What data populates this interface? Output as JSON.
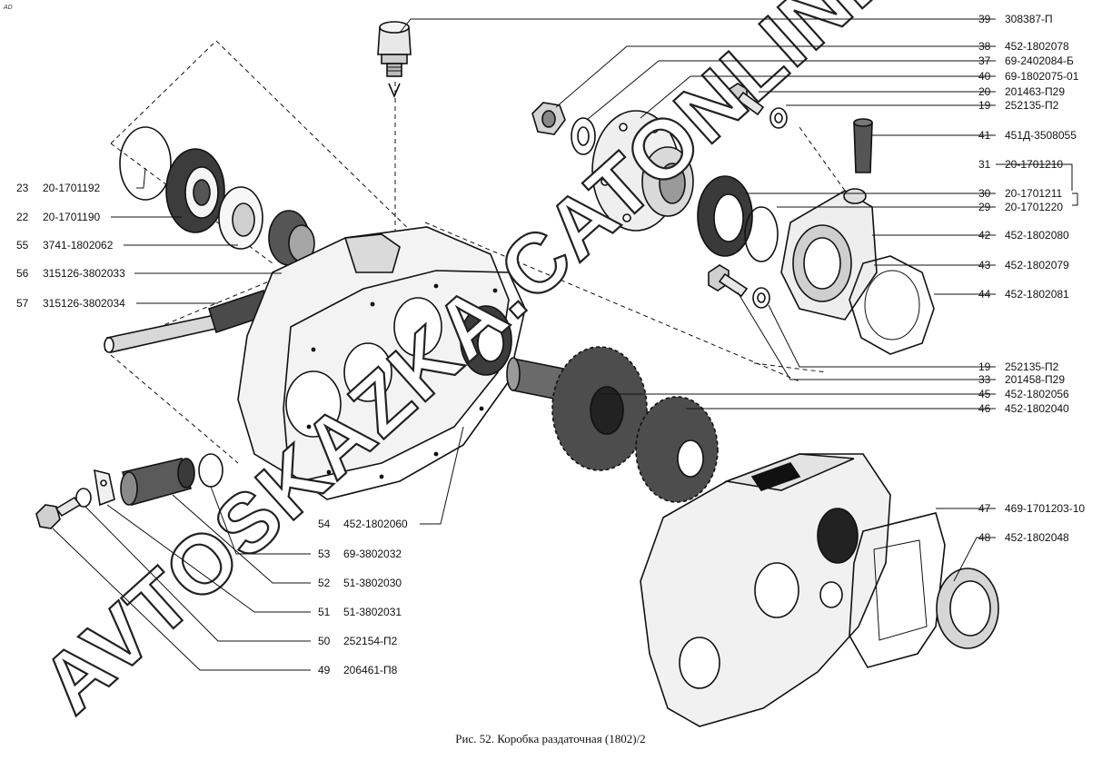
{
  "corner_mark": "AD",
  "caption": "Рис. 52. Коробка раздаточная (1802)/2",
  "watermark": "AVTOSKAZKA.CATONLINE",
  "callouts": [
    {
      "num": "39",
      "part": "308387-П"
    },
    {
      "num": "38",
      "part": "452-1802078"
    },
    {
      "num": "37",
      "part": "69-2402084-Б"
    },
    {
      "num": "40",
      "part": "69-1802075-01"
    },
    {
      "num": "20",
      "part": "201463-П29"
    },
    {
      "num": "19",
      "part": "252135-П2"
    },
    {
      "num": "41",
      "part": "451Д-3508055"
    },
    {
      "num": "31",
      "part": "20-1701210"
    },
    {
      "num": "30",
      "part": "20-1701211"
    },
    {
      "num": "29",
      "part": "20-1701220"
    },
    {
      "num": "42",
      "part": "452-1802080"
    },
    {
      "num": "43",
      "part": "452-1802079"
    },
    {
      "num": "44",
      "part": "452-1802081"
    },
    {
      "num": "19",
      "part": "252135-П2"
    },
    {
      "num": "33",
      "part": "201458-П29"
    },
    {
      "num": "45",
      "part": "452-1802056"
    },
    {
      "num": "46",
      "part": "452-1802040"
    },
    {
      "num": "47",
      "part": "469-1701203-10"
    },
    {
      "num": "48",
      "part": "452-1802048"
    },
    {
      "num": "23",
      "part": "20-1701192"
    },
    {
      "num": "22",
      "part": "20-1701190"
    },
    {
      "num": "55",
      "part": "3741-1802062"
    },
    {
      "num": "56",
      "part": "315126-3802033"
    },
    {
      "num": "57",
      "part": "315126-3802034"
    },
    {
      "num": "54",
      "part": "452-1802060"
    },
    {
      "num": "53",
      "part": "69-3802032"
    },
    {
      "num": "52",
      "part": "51-3802030"
    },
    {
      "num": "51",
      "part": "51-3802031"
    },
    {
      "num": "50",
      "part": "252154-П2"
    },
    {
      "num": "49",
      "part": "206461-П8"
    }
  ]
}
